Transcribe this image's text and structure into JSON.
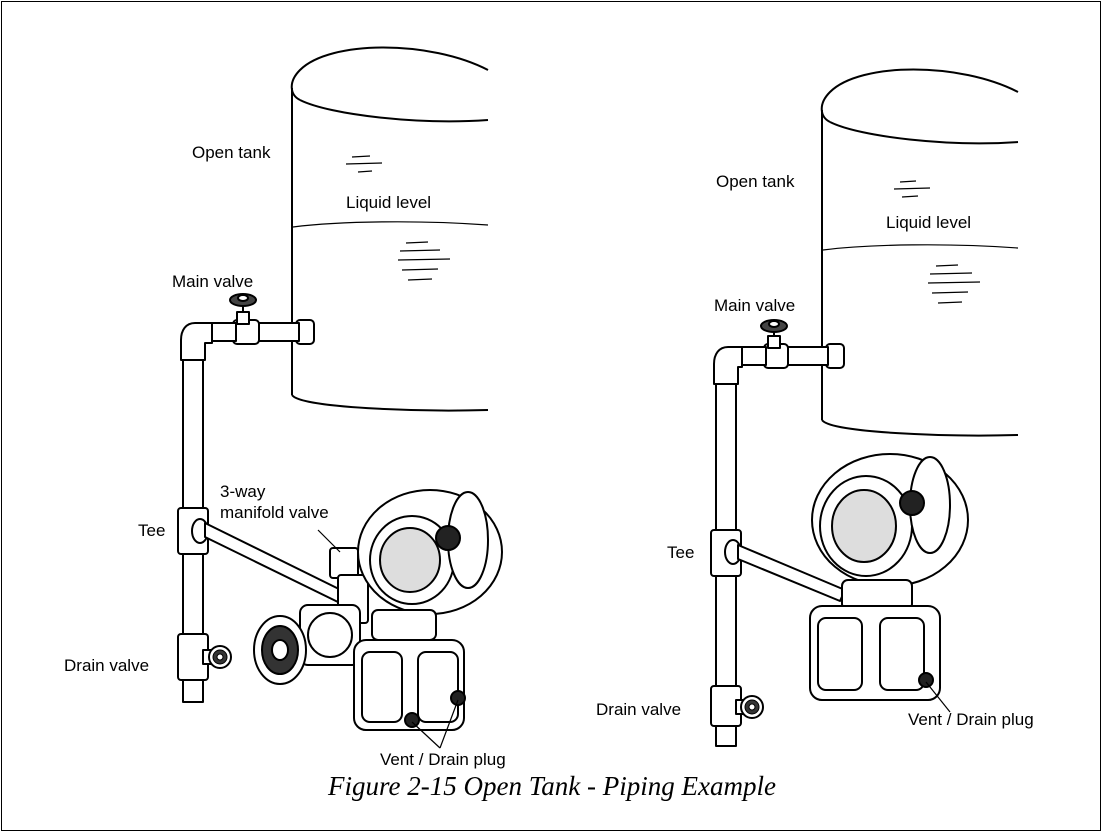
{
  "figure": {
    "caption": "Figure 2-15  Open Tank - Piping Example"
  },
  "left_example": {
    "open_tank": "Open tank",
    "liquid_level": "Liquid level",
    "main_valve": "Main valve",
    "manifold_line1": "3-way",
    "manifold_line2": "manifold valve",
    "tee": "Tee",
    "drain_valve": "Drain valve",
    "vent_drain_plug": "Vent / Drain plug"
  },
  "right_example": {
    "open_tank": "Open tank",
    "liquid_level": "Liquid level",
    "main_valve": "Main valve",
    "tee": "Tee",
    "drain_valve": "Drain valve",
    "vent_drain_plug": "Vent / Drain plug"
  }
}
